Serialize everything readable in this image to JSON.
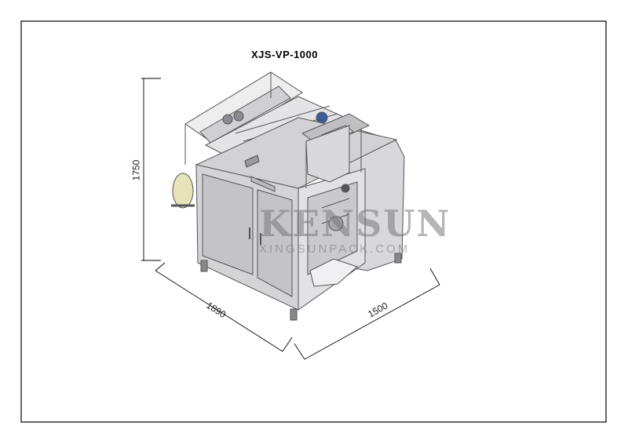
{
  "drawing": {
    "model": "XJS-VP-1000",
    "dimensions": {
      "height": "1750",
      "depth": "1890",
      "width": "1500"
    },
    "watermark": {
      "brand": "KENSUN",
      "site": "XINGSUNPACK.COM"
    }
  }
}
